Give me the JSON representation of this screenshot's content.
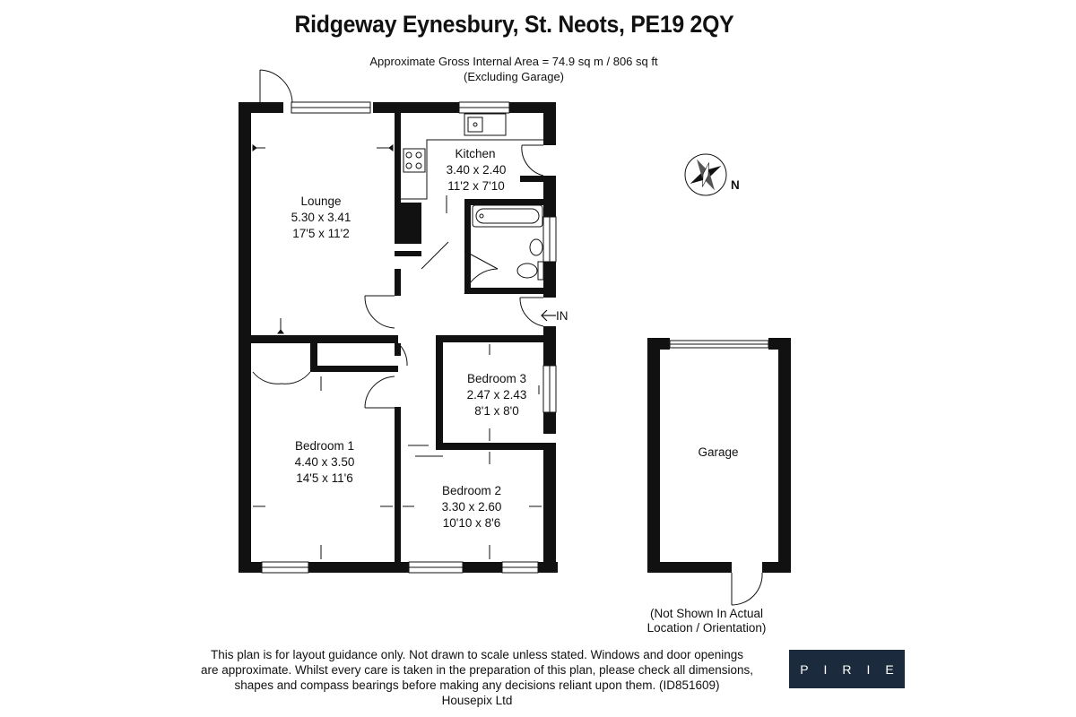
{
  "header": {
    "title": "Ridgeway Eynesbury, St. Neots, PE19 2QY",
    "area_line1": "Approximate Gross Internal Area = 74.9 sq m / 806 sq ft",
    "area_line2": "(Excluding Garage)"
  },
  "rooms": {
    "lounge": {
      "name": "Lounge",
      "metric": "5.30 x 3.41",
      "imperial": "17'5 x 11'2"
    },
    "kitchen": {
      "name": "Kitchen",
      "metric": "3.40 x 2.40",
      "imperial": "11'2 x 7'10"
    },
    "bedroom1": {
      "name": "Bedroom 1",
      "metric": "4.40 x 3.50",
      "imperial": "14'5 x 11'6"
    },
    "bedroom2": {
      "name": "Bedroom 2",
      "metric": "3.30 x 2.60",
      "imperial": "10'10 x 8'6"
    },
    "bedroom3": {
      "name": "Bedroom 3",
      "metric": "2.47 x 2.43",
      "imperial": "8'1 x 8'0"
    },
    "garage": {
      "name": "Garage"
    }
  },
  "entrance_label": "IN",
  "compass_label": "N",
  "garage_note": {
    "line1": "(Not Shown In Actual",
    "line2": "Location / Orientation)"
  },
  "disclaimer": {
    "line1": "This plan is for layout guidance only. Not drawn to scale unless stated. Windows and door openings",
    "line2": "are approximate. Whilst every care is taken in the preparation of this plan, please check all dimensions,",
    "line3": "shapes and compass bearings before making any decisions reliant upon them. (ID851609)",
    "line4": "Housepix Ltd"
  },
  "logo": {
    "text": "PIRIE",
    "background": "#1c2a3d"
  }
}
